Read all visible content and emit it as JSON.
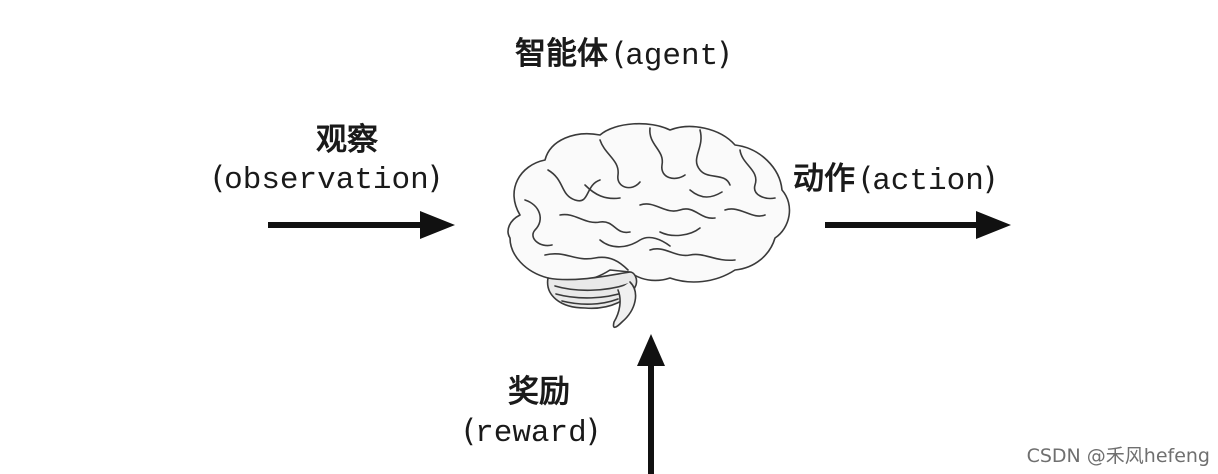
{
  "agent": {
    "zh": "智能体",
    "en": "agent"
  },
  "observation": {
    "zh": "观察",
    "en": "observation"
  },
  "action": {
    "zh": "动作",
    "en": "action"
  },
  "reward": {
    "zh": "奖励",
    "en": "reward"
  },
  "watermark": "CSDN @禾风hefeng",
  "icons": [
    "brain-icon"
  ]
}
